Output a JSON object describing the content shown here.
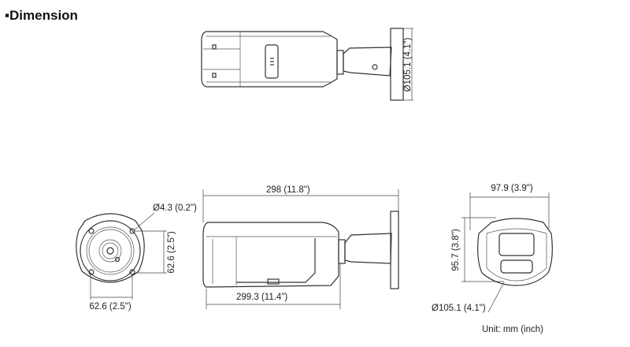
{
  "title": "Dimension",
  "title_bullet": "▪",
  "top_view": {
    "diameter_label": "Ø105.1 (4.1\")"
  },
  "side_view": {
    "length_top_label": "298 (11.8\")",
    "length_bottom_label": "299.3 (11.4\")"
  },
  "rear_view": {
    "hole_label": "Ø4.3 (0.2\")",
    "vertical_spacing_label": "62.6 (2.5\")",
    "horizontal_spacing_label": "62.6 (2.5\")"
  },
  "front_view": {
    "width_label": "97.9 (3.9\")",
    "height_label": "95.7 (3.8\")",
    "diameter_label": "Ø105.1 (4.1\")"
  },
  "unit_label": "Unit: mm (inch)"
}
